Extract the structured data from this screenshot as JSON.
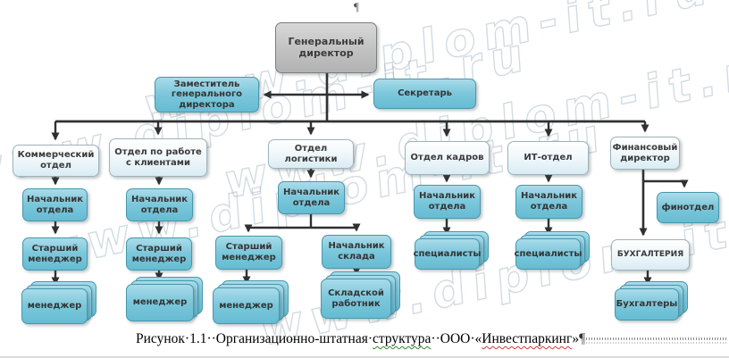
{
  "page": {
    "top_pilcrow": "¶",
    "caption": {
      "part1": "Рисунок·1.1··Организационно-штатная·",
      "word_green_underline": "структура",
      "part2": "··ООО·«",
      "word_red_underline": "Инвестпаркинг",
      "part3": "»",
      "pilcrow": "¶"
    }
  },
  "watermark": {
    "text": "www.diplom-it.ru"
  },
  "palette": {
    "node_blue": "#7cc7db",
    "node_blue_border": "#4797ae",
    "node_light": "#e8f3f8",
    "node_gray": "#c3c3c3",
    "connector": "#303030",
    "spellcheck_green": "#2f8b2f",
    "spellcheck_red": "#d23b3b"
  },
  "org": {
    "general_director": {
      "label": "Генеральный директор"
    },
    "deputy": {
      "label": "Заместитель генерального директора"
    },
    "secretary": {
      "label": "Секретарь"
    },
    "dept_commercial": {
      "label": "Коммерческий отдел"
    },
    "head_commercial": {
      "label": "Начальник отдела"
    },
    "senior_commercial": {
      "label": "Старший менеджер"
    },
    "managers_commercial": {
      "label": "менеджер"
    },
    "dept_clients": {
      "label": "Отдел по работе с клиентами"
    },
    "head_clients": {
      "label": "Начальник отдела"
    },
    "senior_clients": {
      "label": "Старший менеджер"
    },
    "managers_clients": {
      "label": "менеджер"
    },
    "dept_logistics": {
      "label": "Отдел логистики"
    },
    "head_logistics": {
      "label": "Начальник отдела"
    },
    "senior_logistics": {
      "label": "Старший менеджер"
    },
    "managers_logistics": {
      "label": "менеджер"
    },
    "warehouse_head": {
      "label": "Начальник склада"
    },
    "warehouse_workers": {
      "label": "Складской работник"
    },
    "dept_hr": {
      "label": "Отдел кадров"
    },
    "head_hr": {
      "label": "Начальник отдела"
    },
    "specialists_hr": {
      "label": "специалисты"
    },
    "dept_it": {
      "label": "ИТ-отдел"
    },
    "head_it": {
      "label": "Начальник отдела"
    },
    "specialists_it": {
      "label": "специалисты"
    },
    "fin_director": {
      "label": "Финансовый директор"
    },
    "finotdel": {
      "label": "финотдел"
    },
    "accounting": {
      "label": "БУХГАЛТЕРИЯ"
    },
    "accountants": {
      "label": "Бухгалтеры"
    },
    "edges": [
      [
        "general_director",
        "deputy"
      ],
      [
        "general_director",
        "secretary"
      ],
      [
        "general_director",
        "dept_commercial"
      ],
      [
        "general_director",
        "dept_clients"
      ],
      [
        "general_director",
        "dept_logistics"
      ],
      [
        "general_director",
        "dept_hr"
      ],
      [
        "general_director",
        "dept_it"
      ],
      [
        "general_director",
        "fin_director"
      ],
      [
        "dept_commercial",
        "head_commercial"
      ],
      [
        "head_commercial",
        "senior_commercial"
      ],
      [
        "senior_commercial",
        "managers_commercial"
      ],
      [
        "dept_clients",
        "head_clients"
      ],
      [
        "head_clients",
        "senior_clients"
      ],
      [
        "senior_clients",
        "managers_clients"
      ],
      [
        "dept_logistics",
        "head_logistics"
      ],
      [
        "head_logistics",
        "senior_logistics"
      ],
      [
        "head_logistics",
        "warehouse_head"
      ],
      [
        "senior_logistics",
        "managers_logistics"
      ],
      [
        "warehouse_head",
        "warehouse_workers"
      ],
      [
        "dept_hr",
        "head_hr"
      ],
      [
        "head_hr",
        "specialists_hr"
      ],
      [
        "dept_it",
        "head_it"
      ],
      [
        "head_it",
        "specialists_it"
      ],
      [
        "fin_director",
        "finotdel"
      ],
      [
        "fin_director",
        "accounting"
      ],
      [
        "accounting",
        "accountants"
      ]
    ]
  }
}
